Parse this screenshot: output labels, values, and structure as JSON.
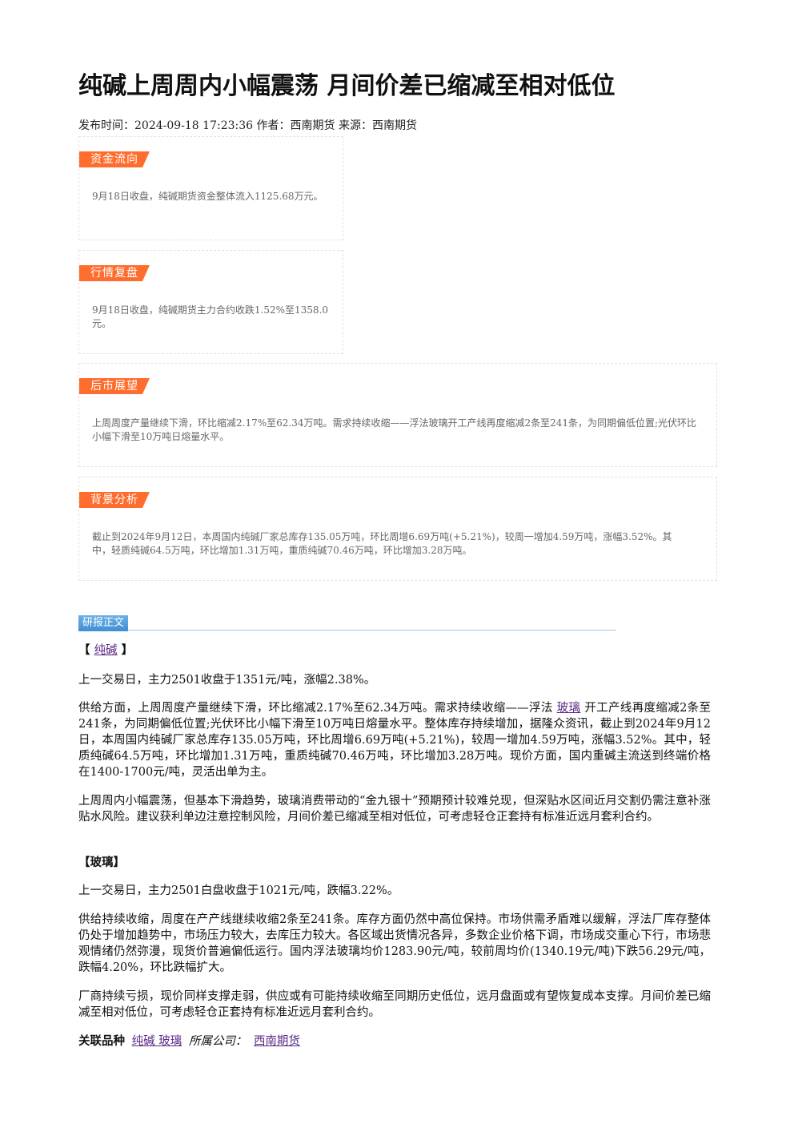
{
  "article": {
    "title": "纯碱上周周内小幅震荡 月间价差已缩减至相对低位",
    "meta": "发布时间：2024-09-18 17:23:36 作者：西南期货 来源：西南期货"
  },
  "summary_boxes": [
    {
      "tag": "资金流向",
      "text": "9月18日收盘，纯碱期货资金整体流入1125.68万元。"
    },
    {
      "tag": "行情复盘",
      "text": "9月18日收盘，纯碱期货主力合约收跌1.52%至1358.0元。"
    },
    {
      "tag": "后市展望",
      "text": "上周周度产量继续下滑，环比缩减2.17%至62.34万吨。需求持续收缩——浮法玻璃开工产线再度缩减2条至241条，为同期偏低位置;光伏环比小幅下滑至10万吨日熔量水平。"
    },
    {
      "tag": "背景分析",
      "text": "截止到2024年9月12日，本周国内纯碱厂家总库存135.05万吨，环比周增6.69万吨(+5.21%)，较周一增加4.59万吨，涨幅3.52%。其中，轻质纯碱64.5万吨，环比增加1.31万吨，重质纯碱70.46万吨，环比增加3.28万吨。"
    }
  ],
  "report": {
    "section_label": "研报正文",
    "soda_heading_open": "【",
    "soda_heading_link": "纯碱",
    "soda_heading_close": "】",
    "soda_p1": "上一交易日，主力2501收盘于1351元/吨，涨幅2.38%。",
    "soda_p2_a": "供给方面，上周周度产量继续下滑，环比缩减2.17%至62.34万吨。需求持续收缩——浮法",
    "soda_p2_link": "玻璃",
    "soda_p2_b": "开工产线再度缩减2条至241条，为同期偏低位置;光伏环比小幅下滑至10万吨日熔量水平。整体库存持续增加，据隆众资讯，截止到2024年9月12日，本周国内纯碱厂家总库存135.05万吨，环比周增6.69万吨(+5.21%)，较周一增加4.59万吨，涨幅3.52%。其中，轻质纯碱64.5万吨，环比增加1.31万吨，重质纯碱70.46万吨，环比增加3.28万吨。现价方面，国内重碱主流送到终端价格在1400-1700元/吨，灵活出单为主。",
    "soda_p3": "上周周内小幅震荡，但基本下滑趋势，玻璃消费带动的“金九银十”预期预计较难兑现，但深贴水区间近月交割仍需注意补涨贴水风险。建议获利单边注意控制风险，月间价差已缩减至相对低位，可考虑轻仓正套持有标准近远月套利合约。",
    "glass_heading": "【玻璃】",
    "glass_p1": "上一交易日，主力2501白盘收盘于1021元/吨，跌幅3.22%。",
    "glass_p2": "供给持续收缩，周度在产产线继续收缩2条至241条。库存方面仍然中高位保持。市场供需矛盾难以缓解，浮法厂库存整体仍处于增加趋势中，市场压力较大，去库压力较大。各区域出货情况各异，多数企业价格下调，市场成交重心下行，市场悲观情绪仍然弥漫，现货价普遍偏低运行。国内浮法玻璃均价1283.90元/吨，较前周均价(1340.19元/吨)下跌56.29元/吨，跌幅4.20%，环比跌幅扩大。",
    "glass_p3": "厂商持续亏损，现价同样支撑走弱，供应或有可能持续收缩至同期历史低位，远月盘面或有望恢复成本支撑。月间价差已缩减至相对低位，可考虑轻仓正套持有标准近远月套利合约。"
  },
  "footer": {
    "related_label": "关联品种",
    "related_items": "纯碱 玻璃",
    "company_label": "所属公司：",
    "company_name": "西南期货"
  },
  "colors": {
    "tag": "#ff6d2e",
    "section": "#3d8fd6",
    "link": "#5b2b87"
  }
}
